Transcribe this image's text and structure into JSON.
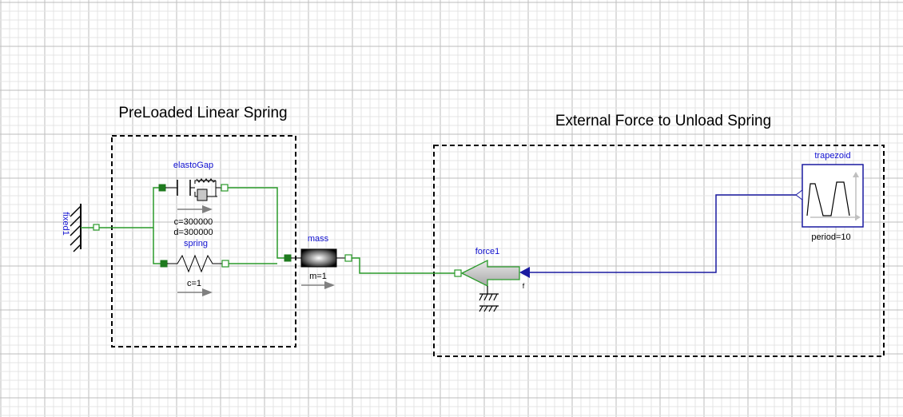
{
  "groups": {
    "preloaded": {
      "title": "PreLoaded Linear Spring"
    },
    "external": {
      "title": "External Force to Unload Spring"
    }
  },
  "components": {
    "fixed": {
      "name": "fixed1"
    },
    "elasto_gap": {
      "name": "elastoGap",
      "param_c": "c=300000",
      "param_d": "d=300000"
    },
    "spring": {
      "name": "spring",
      "param_c": "c=1"
    },
    "mass": {
      "name": "mass",
      "param_m": "m=1"
    },
    "force": {
      "name": "force1",
      "port_label": "f"
    },
    "trapezoid": {
      "name": "trapezoid",
      "param_period": "period=10"
    }
  },
  "colors": {
    "mechanical_wire": "#2a9a2a",
    "signal_wire": "#1a1aa0",
    "component_label": "#1010d0",
    "grid_minor": "#e4e4e4",
    "grid_major": "#bdbdbd"
  }
}
